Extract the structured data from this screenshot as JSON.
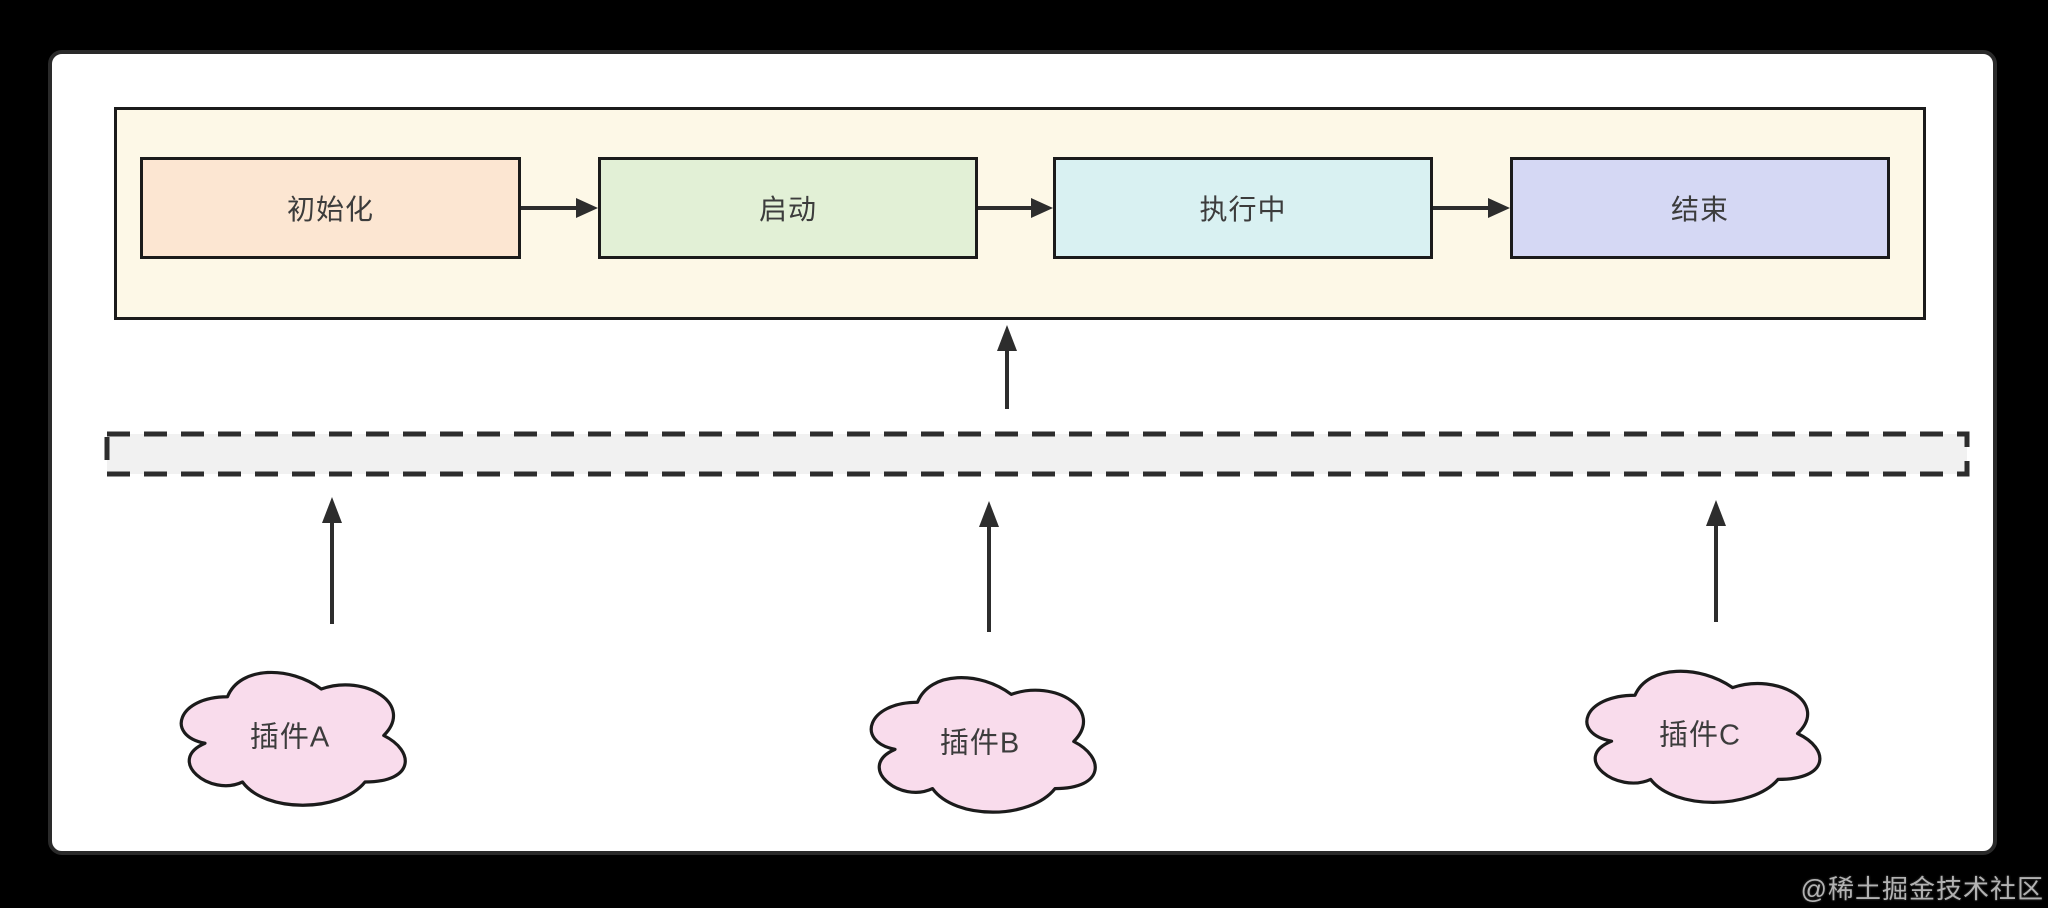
{
  "colors": {
    "background": "#000000",
    "panel_fill": "#ffffff",
    "panel_border": "#2a2a2a",
    "pipeline_fill": "#fdf8e7",
    "pipeline_border": "#1b1b1b",
    "arrow": "#2d2d2d",
    "bus_fill": "#f1f1f1",
    "bus_border": "#2d2d2d",
    "cloud_fill": "#f9dcec",
    "cloud_border": "#1b1b1b",
    "label_text": "#3c3c3c",
    "watermark_text": "#b2b2b2"
  },
  "pipeline": {
    "stages": [
      {
        "label": "初始化",
        "fill": "#fce6d2"
      },
      {
        "label": "启动",
        "fill": "#e2f0d6"
      },
      {
        "label": "执行中",
        "fill": "#d9f1f2"
      },
      {
        "label": "结束",
        "fill": "#d5d8f4"
      }
    ]
  },
  "plugins": [
    {
      "label": "插件A"
    },
    {
      "label": "插件B"
    },
    {
      "label": "插件C"
    }
  ],
  "watermark": "@稀土掘金技术社区"
}
